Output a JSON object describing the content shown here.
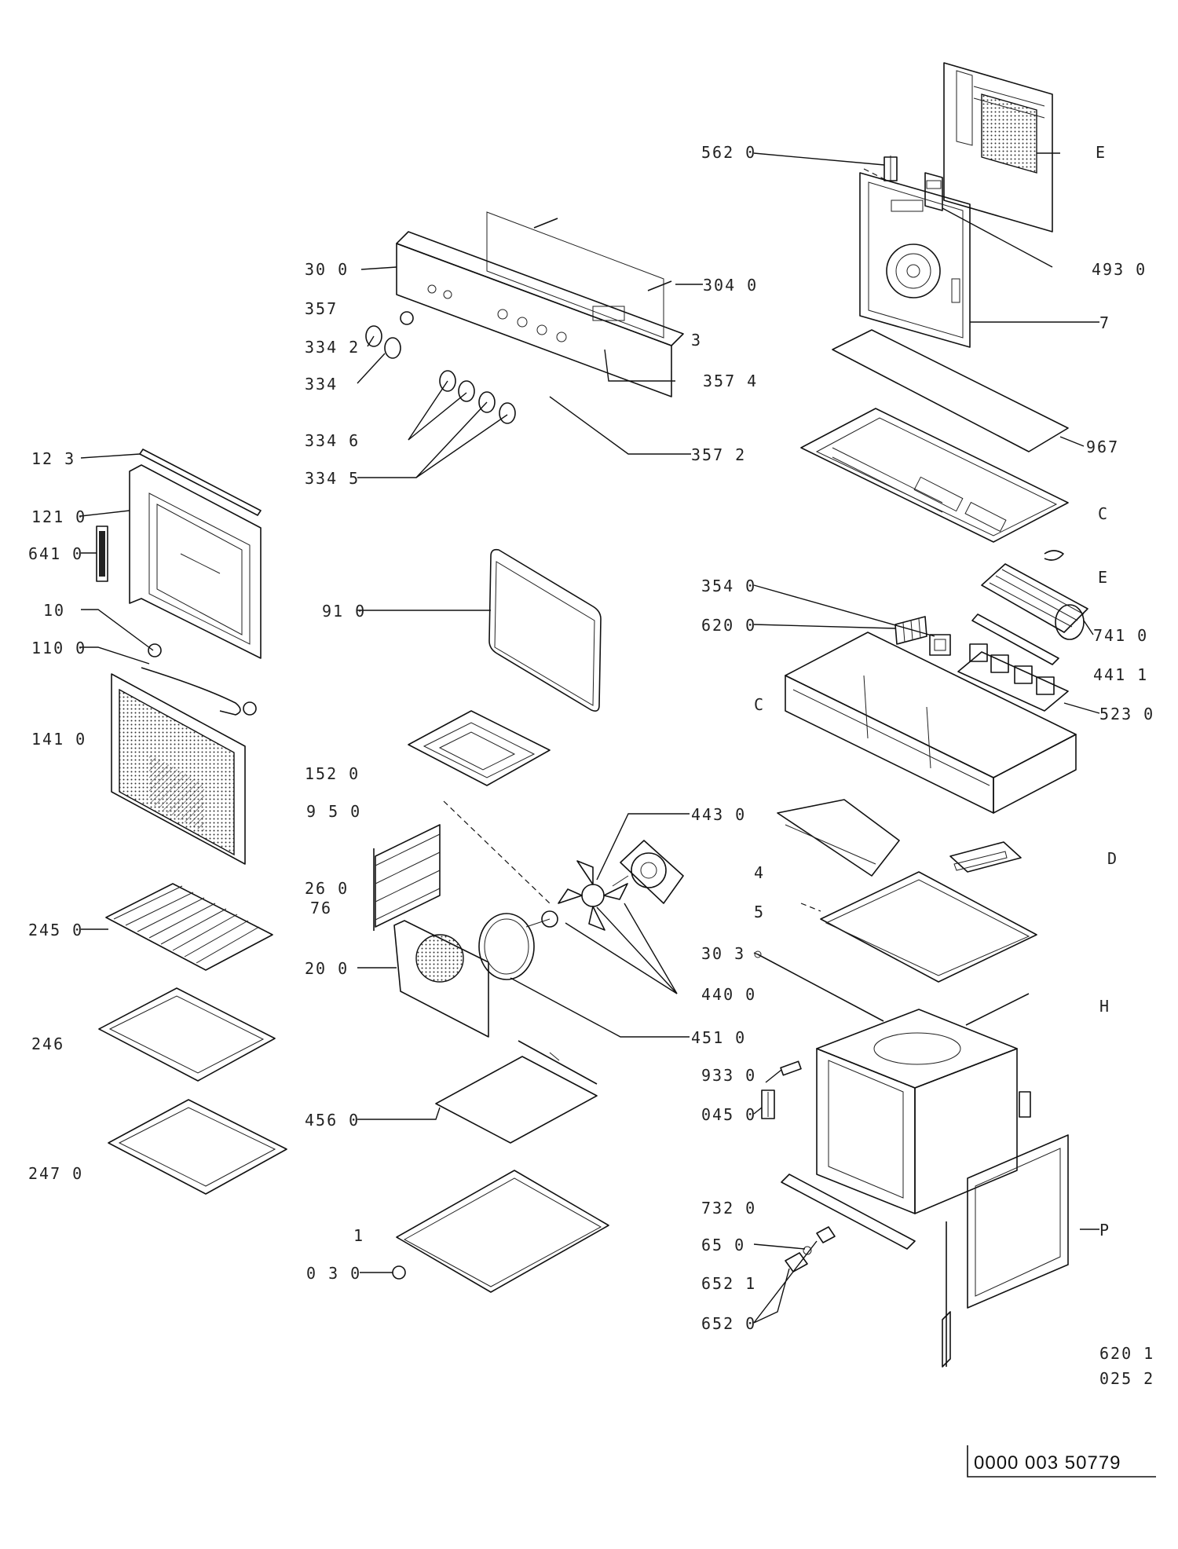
{
  "drawing_code": "0000 003 50779",
  "labels": [
    {
      "id": "562-0",
      "text": "562 0"
    },
    {
      "id": "e-top",
      "text": "E"
    },
    {
      "id": "493-0",
      "text": "493 0"
    },
    {
      "id": "7-pane",
      "text": "7"
    },
    {
      "id": "30-0a",
      "text": "30 0"
    },
    {
      "id": "357",
      "text": "357"
    },
    {
      "id": "334-2",
      "text": "334 2"
    },
    {
      "id": "334",
      "text": "334"
    },
    {
      "id": "304-0",
      "text": "304 0"
    },
    {
      "id": "3-small",
      "text": "3"
    },
    {
      "id": "357-4",
      "text": "357 4"
    },
    {
      "id": "334-6",
      "text": "334 6"
    },
    {
      "id": "334-5",
      "text": "334 5"
    },
    {
      "id": "357-2",
      "text": "357 2"
    },
    {
      "id": "967",
      "text": "967"
    },
    {
      "id": "12-3",
      "text": "12 3"
    },
    {
      "id": "121-0",
      "text": "121 0"
    },
    {
      "id": "641-0",
      "text": "641 0"
    },
    {
      "id": "c-right",
      "text": "C"
    },
    {
      "id": "e-right",
      "text": "E"
    },
    {
      "id": "10",
      "text": "10"
    },
    {
      "id": "110-0",
      "text": "110 0"
    },
    {
      "id": "91-0",
      "text": "91 0"
    },
    {
      "id": "354-0",
      "text": "354 0"
    },
    {
      "id": "620-0",
      "text": "620 0"
    },
    {
      "id": "741-0",
      "text": "741 0"
    },
    {
      "id": "441-1",
      "text": "441 1"
    },
    {
      "id": "141-0",
      "text": "141 0"
    },
    {
      "id": "c-mid",
      "text": "C"
    },
    {
      "id": "523-0",
      "text": "523 0"
    },
    {
      "id": "152-0",
      "text": "152 0"
    },
    {
      "id": "915-0",
      "text": "9 5 0"
    },
    {
      "id": "443-0",
      "text": "443 0"
    },
    {
      "id": "26-0",
      "text": "26 0"
    },
    {
      "id": "76",
      "text": "76"
    },
    {
      "id": "4-panel",
      "text": "4"
    },
    {
      "id": "d-right",
      "text": "D"
    },
    {
      "id": "5-panel",
      "text": "5"
    },
    {
      "id": "245-0",
      "text": "245 0"
    },
    {
      "id": "20-0",
      "text": "20 0"
    },
    {
      "id": "30-3",
      "text": "30 3"
    },
    {
      "id": "440-0",
      "text": "440 0"
    },
    {
      "id": "h-right",
      "text": "H"
    },
    {
      "id": "246",
      "text": "246"
    },
    {
      "id": "451-0",
      "text": "451 0"
    },
    {
      "id": "933-0",
      "text": "933 0"
    },
    {
      "id": "456-0",
      "text": "456 0"
    },
    {
      "id": "045-0",
      "text": "045 0"
    },
    {
      "id": "247-0",
      "text": "247 0"
    },
    {
      "id": "732-0",
      "text": "732 0"
    },
    {
      "id": "p-right",
      "text": "P"
    },
    {
      "id": "1-small",
      "text": "1"
    },
    {
      "id": "65-0",
      "text": "65 0"
    },
    {
      "id": "013-0",
      "text": "0 3 0"
    },
    {
      "id": "652-1",
      "text": "652 1"
    },
    {
      "id": "652-0",
      "text": "652 0"
    },
    {
      "id": "620-1",
      "text": "620 1"
    },
    {
      "id": "025-2",
      "text": "025 2"
    }
  ]
}
